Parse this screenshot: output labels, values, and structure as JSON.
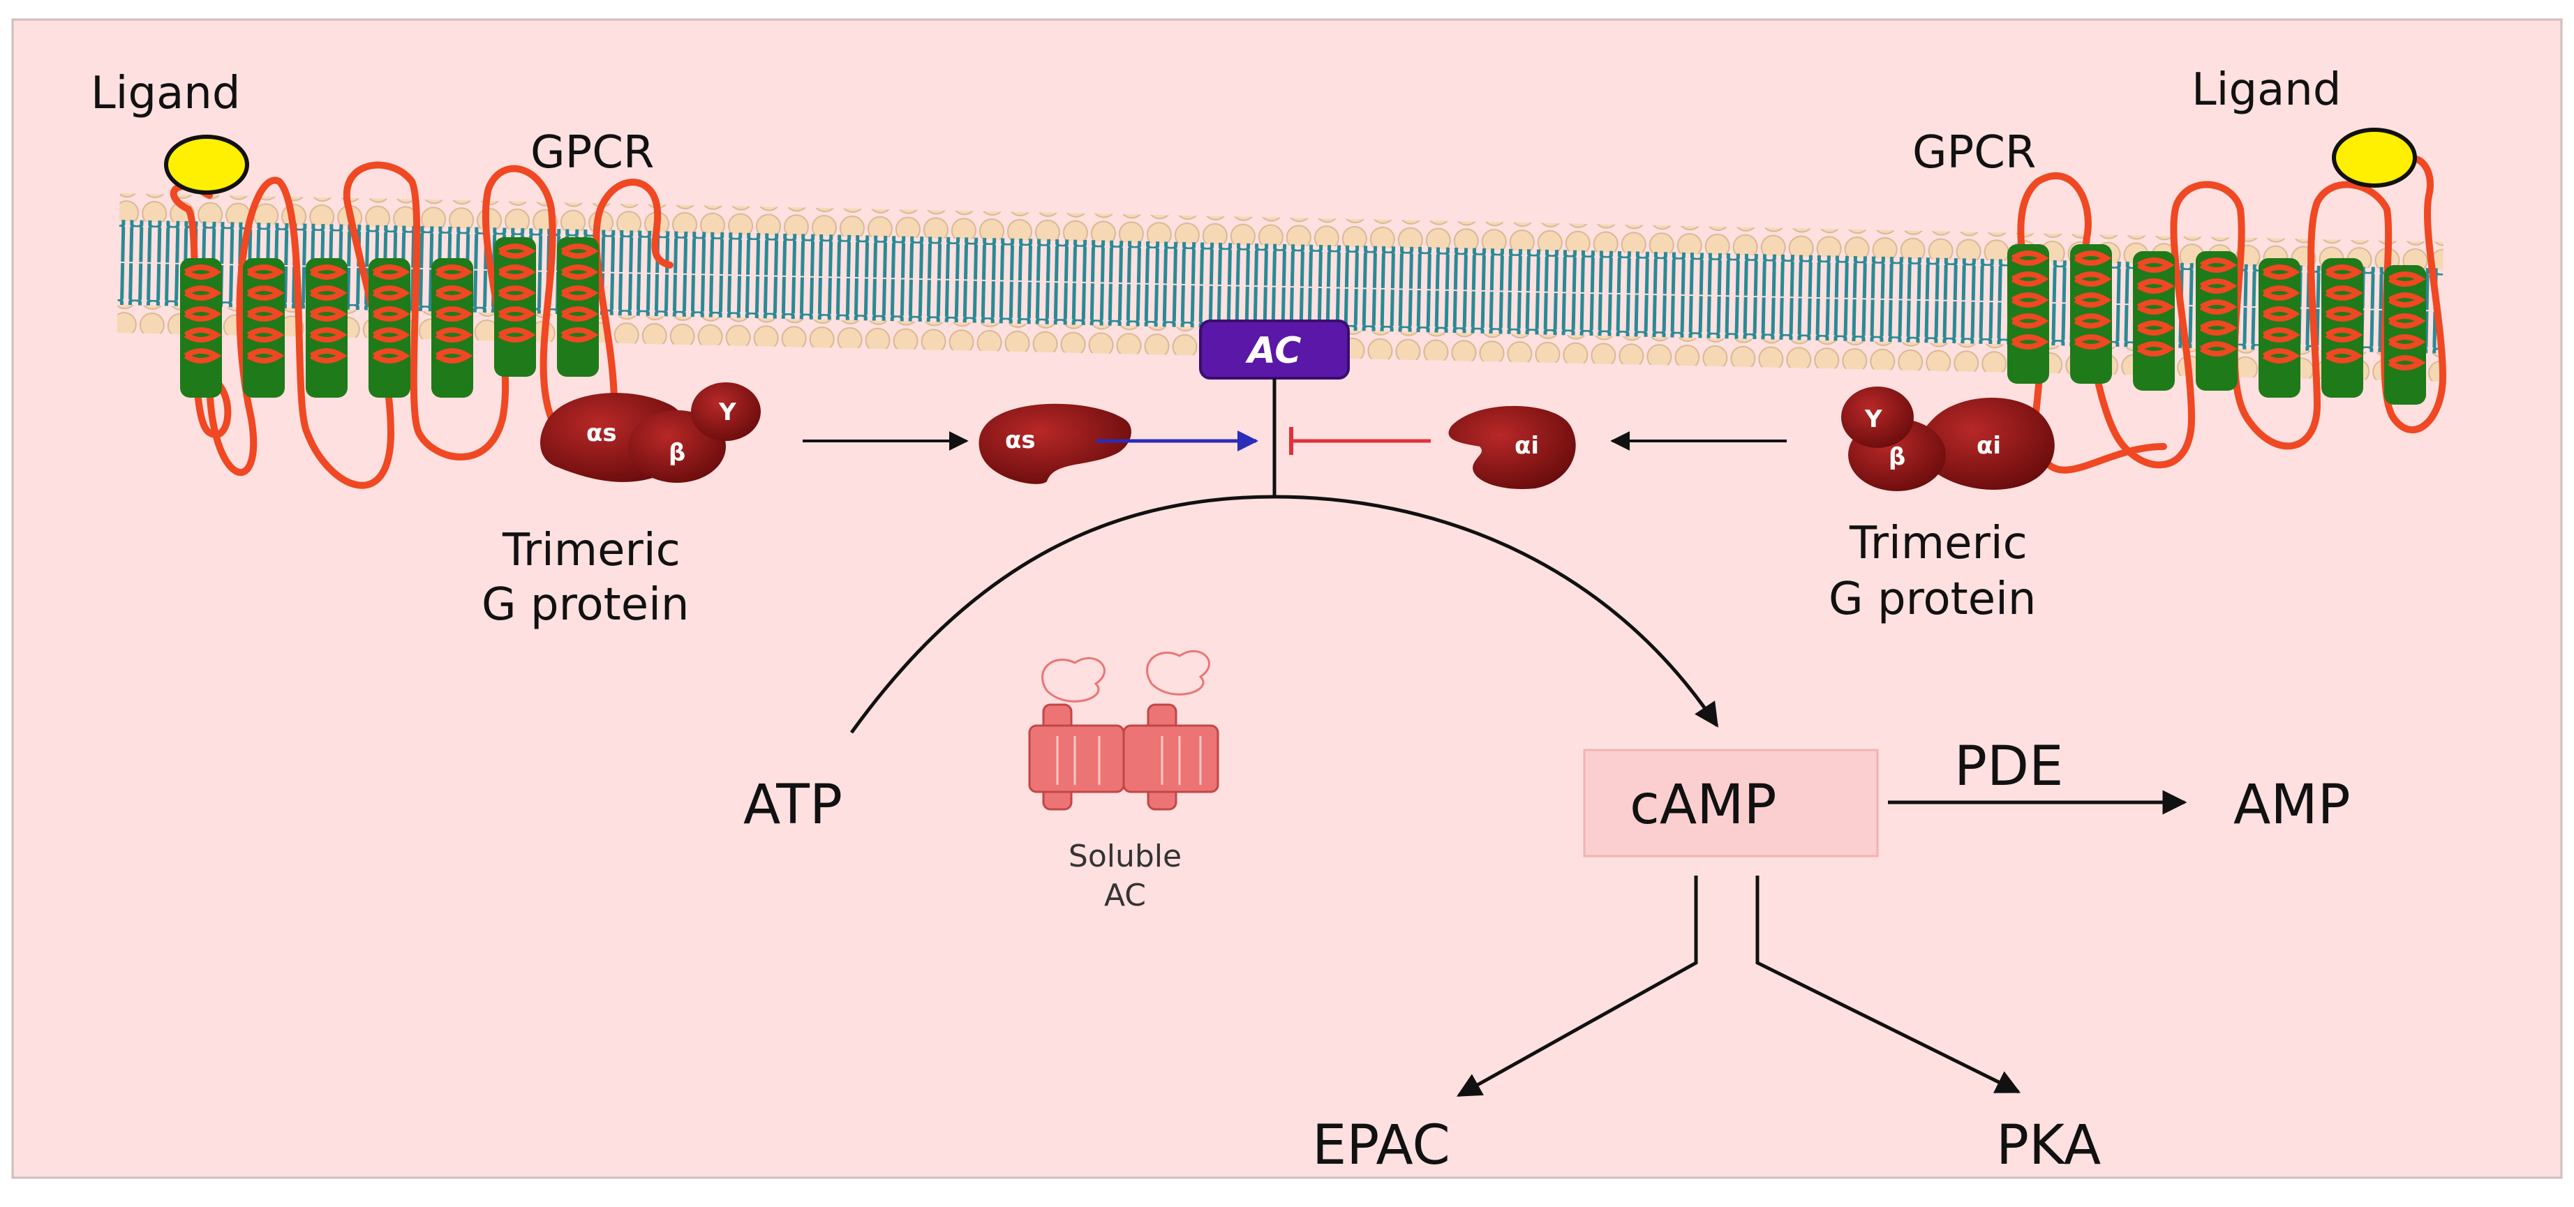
{
  "diagram": {
    "colors": {
      "background": "#fde0df",
      "membrane_head": "#f7d8b5",
      "membrane_tail": "#2a8a95",
      "receptor_loop": "#ef4823",
      "receptor_helix": "#1f7a1a",
      "ligand": "#ffef00",
      "g_protein": "#8c1212",
      "ac_box": "#5b17a8",
      "activate_arrow": "#2c2cb8",
      "inhibit_line": "#e0303a",
      "camp_box": "#fbcfcf",
      "soluble_ac": "#ec7474"
    },
    "labels": {
      "ligand_left": "Ligand",
      "ligand_right": "Ligand",
      "gpcr_left": "GPCR",
      "gpcr_right": "GPCR",
      "ac": "AC",
      "trimeric_left_1": "Trimeric",
      "trimeric_left_2": "G protein",
      "trimeric_right_1": "Trimeric",
      "trimeric_right_2": "G protein",
      "alpha_s": "αs",
      "alpha_i": "αi",
      "beta": "β",
      "gamma": "Y",
      "atp": "ATP",
      "soluble_ac_1": "Soluble",
      "soluble_ac_2": "AC",
      "camp": "cAMP",
      "pde": "PDE",
      "amp": "AMP",
      "epac": "EPAC",
      "pka": "PKA"
    }
  }
}
